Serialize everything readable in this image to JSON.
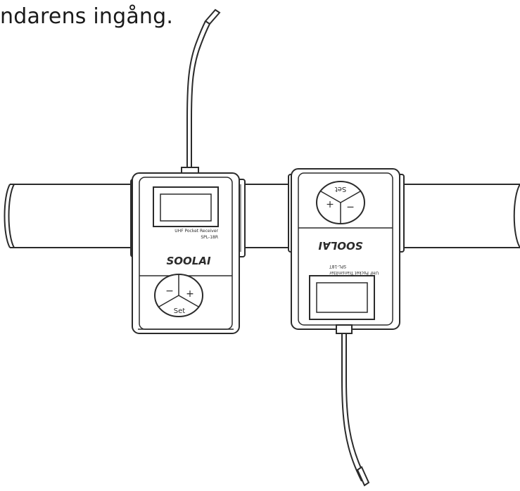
{
  "caption": {
    "text": "ndarens ingång."
  },
  "receiver": {
    "label_line1": "UHF Pocket Receiver",
    "label_line2": "SPL-18R",
    "brand": "SOOLAI",
    "button_minus": "−",
    "button_plus": "+",
    "button_set": "Set"
  },
  "transmitter": {
    "label_line1": "UHF Pocket Transmitter",
    "label_line2": "SPL-18T",
    "brand": "SOOLAI",
    "button_minus": "−",
    "button_plus": "+",
    "button_set": "Set"
  },
  "colors": {
    "line": "#2b2b2b",
    "fill": "#ffffff",
    "shade": "#d9d9d9"
  }
}
